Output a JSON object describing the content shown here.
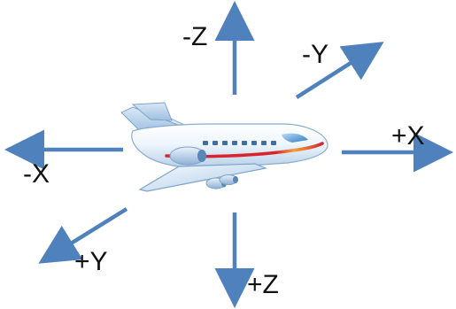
{
  "axes": {
    "neg_z": "-Z",
    "pos_z": "+Z",
    "neg_y": "-Y",
    "pos_y": "+Y",
    "neg_x": "-X",
    "pos_x": "+X"
  },
  "icon": "airplane-icon",
  "colors": {
    "arrow": "#4f81bd",
    "text": "#111111",
    "stripe_red": "#d8242c",
    "stripe_orange": "#f2a23a"
  }
}
